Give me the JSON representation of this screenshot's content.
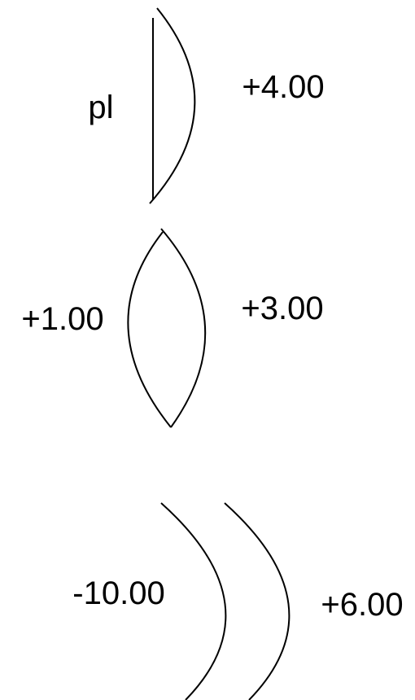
{
  "lenses": [
    {
      "type": "plano-convex",
      "front_surface": "pl",
      "back_surface": "+4.00"
    },
    {
      "type": "biconvex",
      "front_surface": "+1.00",
      "back_surface": "+3.00"
    },
    {
      "type": "meniscus",
      "front_surface": "-10.00",
      "back_surface": "+6.00"
    }
  ],
  "stroke_color": "#000000"
}
